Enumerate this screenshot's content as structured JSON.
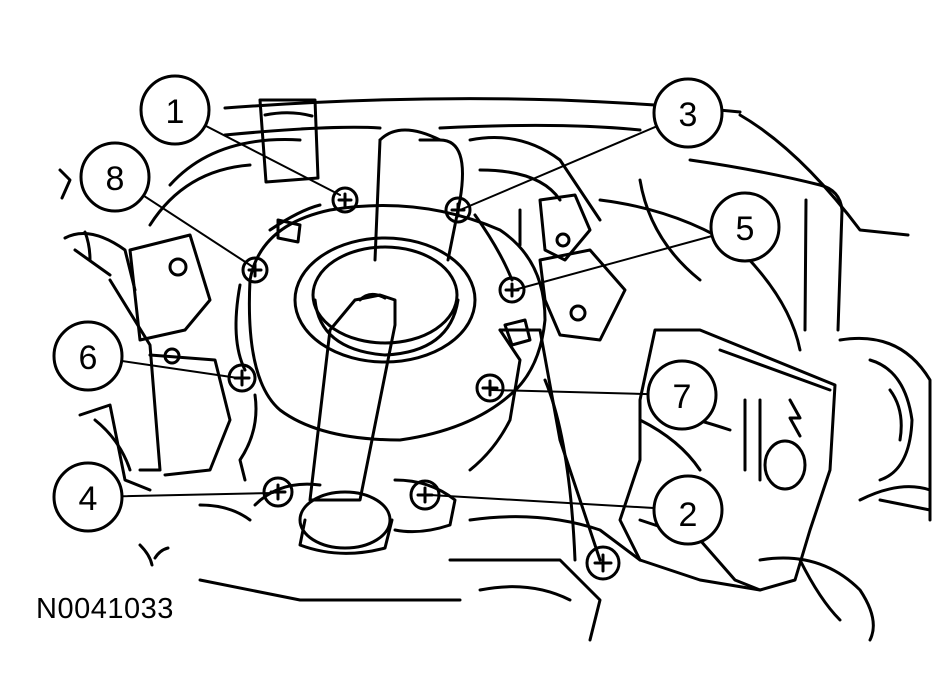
{
  "figure": {
    "id_label": "N0041033"
  },
  "callouts": [
    {
      "number": "1"
    },
    {
      "number": "2"
    },
    {
      "number": "3"
    },
    {
      "number": "4"
    },
    {
      "number": "5"
    },
    {
      "number": "6"
    },
    {
      "number": "7"
    },
    {
      "number": "8"
    }
  ],
  "colors": {
    "line": "#000000",
    "background": "#ffffff"
  }
}
